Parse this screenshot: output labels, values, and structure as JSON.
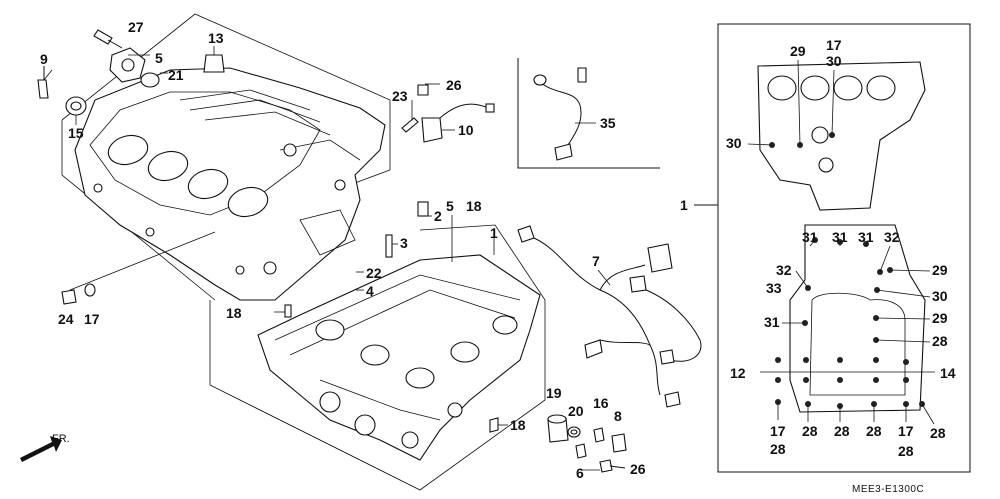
{
  "diagram": {
    "code": "MEE3-E1300C",
    "direction_label": "FR.",
    "callouts": {
      "c27": "27",
      "c5a": "5",
      "c21": "21",
      "c9": "9",
      "c13": "13",
      "c15": "15",
      "c24": "24",
      "c17a": "17",
      "c26a": "26",
      "c23": "23",
      "c10": "10",
      "c35": "35",
      "c2": "2",
      "c5b": "5",
      "c18a": "18",
      "c1a": "1",
      "c3": "3",
      "c22": "22",
      "c4": "4",
      "c18b": "18",
      "c7": "7",
      "c19": "19",
      "c20": "20",
      "c16": "16",
      "c8": "8",
      "c18c": "18",
      "c6": "6",
      "c26b": "26",
      "c1b": "1",
      "r29a": "29",
      "r17a": "17",
      "r30a": "30",
      "r30b": "30",
      "r31a": "31",
      "r31b": "31",
      "r31c": "31",
      "r32a": "32",
      "r32b": "32",
      "r29b": "29",
      "r33": "33",
      "r30c": "30",
      "r31d": "31",
      "r29c": "29",
      "r28a": "28",
      "r12": "12",
      "r14": "14",
      "r17b": "17",
      "r28b": "28",
      "r28c": "28",
      "r28d": "28",
      "r28e": "28",
      "r17c": "17",
      "r28f": "28",
      "r28g": "28"
    }
  }
}
